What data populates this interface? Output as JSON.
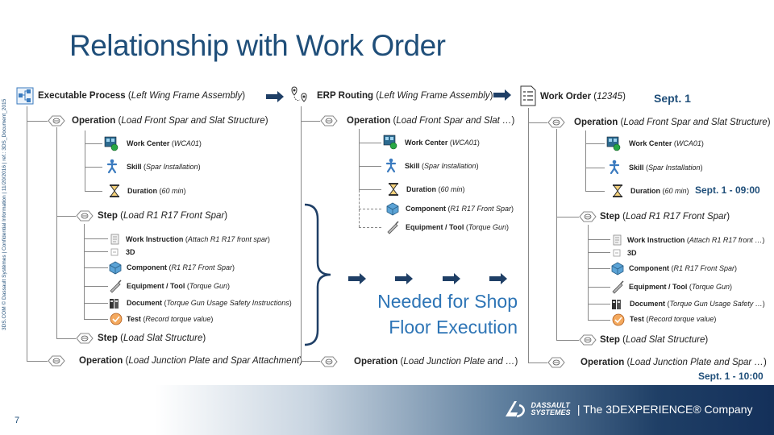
{
  "title": "Relationship with Work Order",
  "side_text": "3DS.COM © Dassault Systèmes | Confidential Information | 11/20/2016 | ref.: 3DS_Document_2015",
  "page_number": "7",
  "colors": {
    "accent": "#1f4e79",
    "highlight": "#2e75b6"
  },
  "col1": {
    "root": {
      "label": "Executable Process",
      "paren": "Left Wing Frame Assembly"
    },
    "op1": {
      "label": "Operation",
      "paren": "Load Front Spar and Slat Structure"
    },
    "wc": {
      "label": "Work Center",
      "paren": "WCA01"
    },
    "skill": {
      "label": "Skill",
      "paren": "Spar Installation"
    },
    "duration": {
      "label": "Duration",
      "paren": "60 min"
    },
    "step1": {
      "label": "Step",
      "paren": "Load R1 R17 Front Spar"
    },
    "wi": {
      "label": "Work Instruction",
      "paren": "Attach R1 R17 front spar"
    },
    "d3": {
      "label": "3D"
    },
    "comp": {
      "label": "Component",
      "paren": "R1 R17 Front Spar"
    },
    "equip": {
      "label": "Equipment / Tool",
      "paren": "Torque Gun"
    },
    "doc": {
      "label": "Document",
      "paren": "Torque Gun Usage Safety Instructions"
    },
    "test": {
      "label": "Test",
      "paren": "Record torque value"
    },
    "step2": {
      "label": "Step",
      "paren": "Load Slat Structure"
    },
    "op2": {
      "label": "Operation",
      "paren": "Load Junction Plate and Spar Attachment"
    }
  },
  "col2": {
    "root": {
      "label": "ERP Routing",
      "paren": "Left Wing Frame Assembly"
    },
    "op1": {
      "label": "Operation",
      "paren": "Load Front Spar and Slat …"
    },
    "wc": {
      "label": "Work Center",
      "paren": "WCA01"
    },
    "skill": {
      "label": "Skill",
      "paren": "Spar Installation"
    },
    "duration": {
      "label": "Duration",
      "paren": "60 min"
    },
    "comp": {
      "label": "Component",
      "paren": "R1 R17 Front Spar"
    },
    "equip": {
      "label": "Equipment / Tool",
      "paren": "Torque Gun"
    },
    "op2": {
      "label": "Operation",
      "paren": "Load Junction Plate and …"
    }
  },
  "col3": {
    "root": {
      "label": "Work Order",
      "paren": "12345"
    },
    "op1": {
      "label": "Operation",
      "paren": "Load Front Spar and Slat Structure"
    },
    "wc": {
      "label": "Work Center",
      "paren": "WCA01"
    },
    "skill": {
      "label": "Skill",
      "paren": "Spar Installation"
    },
    "duration": {
      "label": "Duration",
      "paren": "60 min"
    },
    "step1": {
      "label": "Step",
      "paren": "Load R1 R17 Front Spar"
    },
    "wi": {
      "label": "Work Instruction",
      "paren": "Attach R1 R17 front …"
    },
    "d3": {
      "label": "3D"
    },
    "comp": {
      "label": "Component",
      "paren": "R1 R17 Front Spar"
    },
    "equip": {
      "label": "Equipment / Tool",
      "paren": "Torque Gun"
    },
    "doc": {
      "label": "Document",
      "paren": "Torque Gun Usage Safety …"
    },
    "test": {
      "label": "Test",
      "paren": "Record torque value"
    },
    "step2": {
      "label": "Step",
      "paren": "Load Slat Structure"
    },
    "op2": {
      "label": "Operation",
      "paren": "Load Junction Plate and Spar …"
    }
  },
  "dates": {
    "d1": "Sept. 1",
    "d2": "Sept. 1 - 09:00",
    "d3": "Sept. 1 - 10:00"
  },
  "needed": {
    "line1": "Needed for Shop",
    "line2": "Floor Execution"
  },
  "logo": {
    "brand_top": "DASSAULT",
    "brand_bottom": "SYSTEMES",
    "tagline": "| The 3DEXPERIENCE® Company"
  }
}
